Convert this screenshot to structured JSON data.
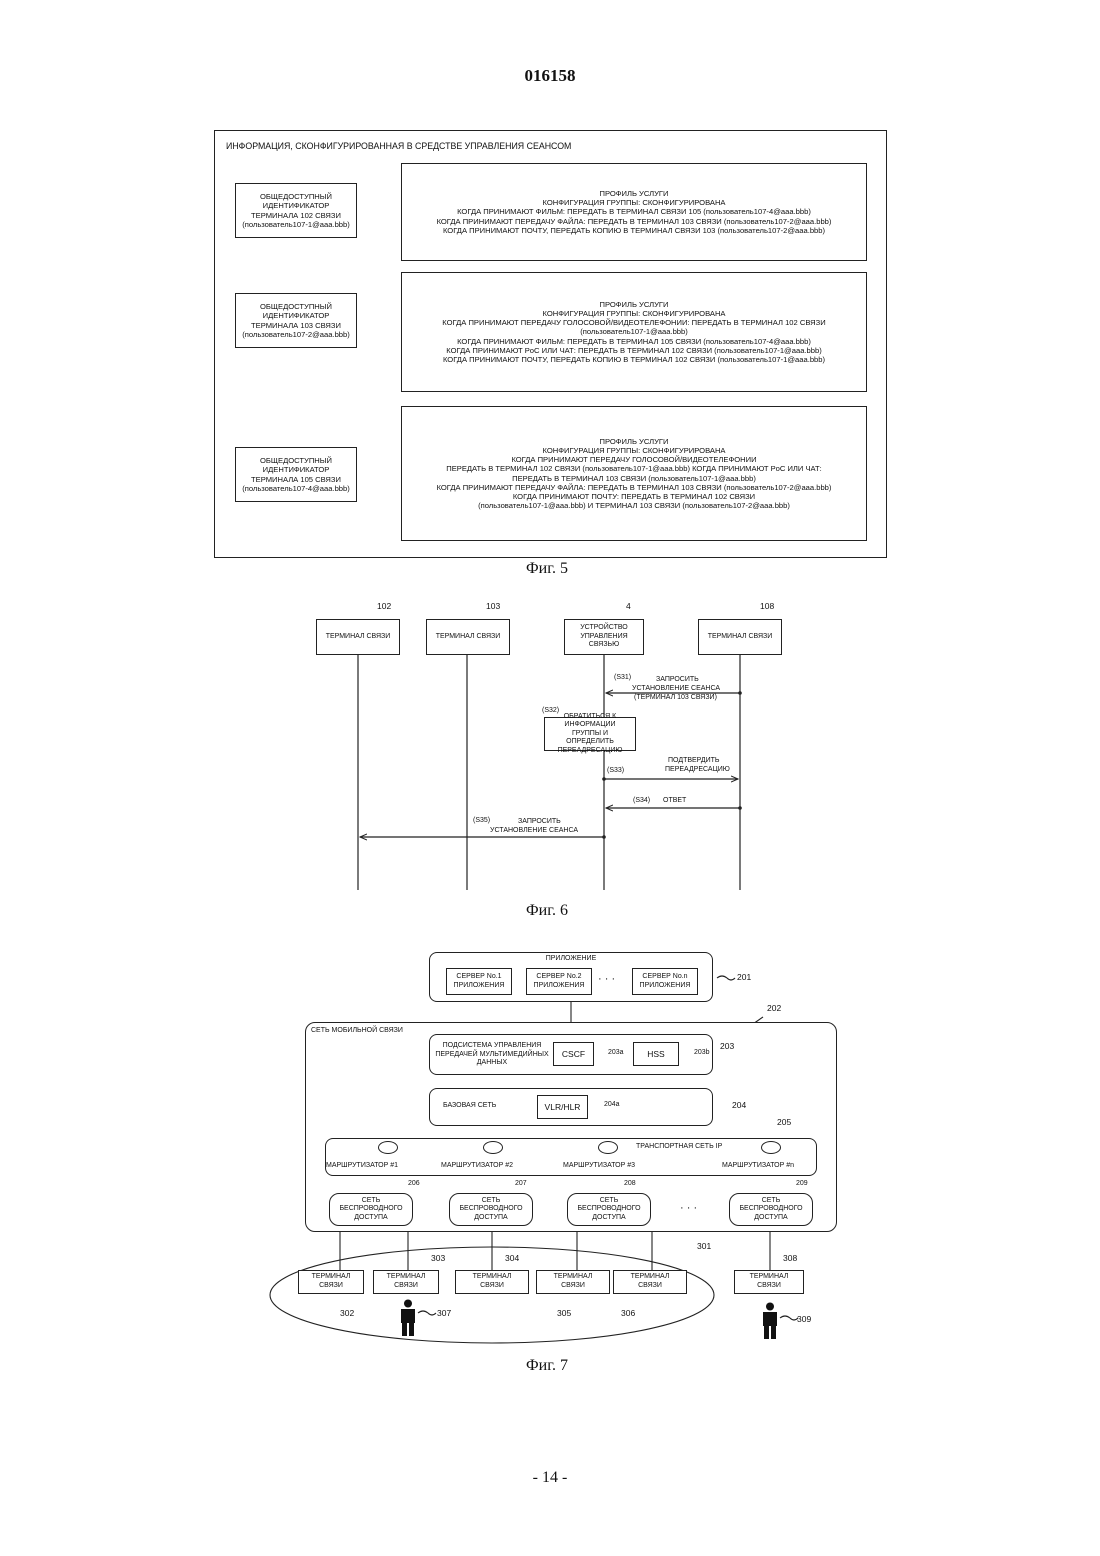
{
  "header": {
    "page_code": "016158"
  },
  "fig5": {
    "title": "ИНФОРМАЦИЯ, СКОНФИГУРИРОВАННАЯ В СРЕДСТВЕ УПРАВЛЕНИЯ СЕАНСОМ",
    "caption": "Фиг. 5",
    "rows": [
      {
        "id_lines": [
          "ОБЩЕДОСТУПНЫЙ",
          "ИДЕНТИФИКАТОР",
          "ТЕРМИНАЛА 102 СВЯЗИ",
          "(пользователь107-1@aaa.bbb)"
        ],
        "profile_lines": [
          "ПРОФИЛЬ УСЛУГИ",
          "КОНФИГУРАЦИЯ ГРУППЫ: СКОНФИГУРИРОВАНА",
          "КОГДА ПРИНИМАЮТ ФИЛЬМ: ПЕРЕДАТЬ В ТЕРМИНАЛ СВЯЗИ 105 (пользователь107-4@aaa.bbb)",
          "КОГДА ПРИНИМАЮТ ПЕРЕДАЧУ ФАЙЛА: ПЕРЕДАТЬ В ТЕРМИНАЛ 103 СВЯЗИ (пользователь107-2@aaa.bbb)",
          "КОГДА ПРИНИМАЮТ ПОЧТУ, ПЕРЕДАТЬ КОПИЮ В ТЕРМИНАЛ СВЯЗИ 103 (пользователь107-2@aaa.bbb)"
        ]
      },
      {
        "id_lines": [
          "ОБЩЕДОСТУПНЫЙ",
          "ИДЕНТИФИКАТОР",
          "ТЕРМИНАЛА 103 СВЯЗИ",
          "(пользователь107-2@aaa.bbb)"
        ],
        "profile_lines": [
          "ПРОФИЛЬ УСЛУГИ",
          "КОНФИГУРАЦИЯ ГРУППЫ: СКОНФИГУРИРОВАНА",
          "КОГДА ПРИНИМАЮТ ПЕРЕДАЧУ ГОЛОСОВОЙ/ВИДЕОТЕЛЕФОНИИ: ПЕРЕДАТЬ В ТЕРМИНАЛ 102 СВЯЗИ",
          "(пользователь107-1@aaa.bbb)",
          "КОГДА ПРИНИМАЮТ ФИЛЬМ: ПЕРЕДАТЬ В ТЕРМИНАЛ 105 СВЯЗИ (пользователь107-4@aaa.bbb)",
          "КОГДА ПРИНИМАЮТ PoC ИЛИ ЧАТ: ПЕРЕДАТЬ В ТЕРМИНАЛ 102 СВЯЗИ (пользователь107-1@aaa.bbb)",
          "КОГДА ПРИНИМАЮТ ПОЧТУ, ПЕРЕДАТЬ КОПИЮ В ТЕРМИНАЛ 102 СВЯЗИ (пользователь107-1@aaa.bbb)"
        ]
      },
      {
        "id_lines": [
          "ОБЩЕДОСТУПНЫЙ",
          "ИДЕНТИФИКАТОР",
          "ТЕРМИНАЛА 105 СВЯЗИ",
          "(пользователь107-4@aaa.bbb)"
        ],
        "profile_lines": [
          "ПРОФИЛЬ УСЛУГИ",
          "КОНФИГУРАЦИЯ ГРУППЫ: СКОНФИГУРИРОВАНА",
          "КОГДА ПРИНИМАЮТ ПЕРЕДАЧУ ГОЛОСОВОЙ/ВИДЕОТЕЛЕФОНИИ",
          "ПЕРЕДАТЬ В ТЕРМИНАЛ 102 СВЯЗИ (пользователь107-1@aaa.bbb) КОГДА ПРИНИМАЮТ PoC ИЛИ ЧАТ:",
          "ПЕРЕДАТЬ В ТЕРМИНАЛ 103 СВЯЗИ (пользователь107-1@aaa.bbb)",
          "КОГДА ПРИНИМАЮТ ПЕРЕДАЧУ ФАЙЛА: ПЕРЕДАТЬ В ТЕРМИНАЛ 103 СВЯЗИ (пользователь107-2@aaa.bbb)",
          "КОГДА ПРИНИМАЮТ ПОЧТУ: ПЕРЕДАТЬ В ТЕРМИНАЛ 102 СВЯЗИ",
          "(пользователь107-1@aaa.bbb) И ТЕРМИНАЛ 103 СВЯЗИ (пользователь107-2@aaa.bbb)"
        ]
      }
    ]
  },
  "fig6": {
    "caption": "Фиг. 6",
    "entities": [
      {
        "ref": "102",
        "label": "ТЕРМИНАЛ СВЯЗИ"
      },
      {
        "ref": "103",
        "label": "ТЕРМИНАЛ СВЯЗИ"
      },
      {
        "ref": "4",
        "label": "УСТРОЙСТВО УПРАВЛЕНИЯ СВЯЗЬЮ"
      },
      {
        "ref": "108",
        "label": "ТЕРМИНАЛ СВЯЗИ"
      }
    ],
    "steps": {
      "s31_code": "(S31)",
      "s31_text_1": "ЗАПРОСИТЬ",
      "s31_text_2": "УСТАНОВЛЕНИЕ СЕАНСА",
      "s31_text_3": "(ТЕРМИНАЛ 103 СВЯЗИ)",
      "s32_code": "(S32)",
      "s32_text": "ОБРАТИТЬСЯ К ИНФОРМАЦИИ ГРУППЫ И ОПРЕДЕЛИТЬ ПЕРЕАДРЕСАЦИЮ",
      "s33_code": "(S33)",
      "s33_text_1": "ПОДТВЕРДИТЬ",
      "s33_text_2": "ПЕРЕАДРЕСАЦИЮ",
      "s34_code": "(S34)",
      "s34_text": "ОТВЕТ",
      "s35_code": "(S35)",
      "s35_text_1": "ЗАПРОСИТЬ",
      "s35_text_2": "УСТАНОВЛЕНИЕ СЕАНСА"
    }
  },
  "fig7": {
    "caption": "Фиг. 7",
    "application": {
      "title": "ПРИЛОЖЕНИЕ",
      "ref": "201",
      "servers": [
        "СЕРВЕР No.1 ПРИЛОЖЕНИЯ",
        "СЕРВЕР No.2 ПРИЛОЖЕНИЯ",
        "СЕРВЕР No.n ПРИЛОЖЕНИЯ"
      ],
      "ellipsis": "· · ·"
    },
    "mobile_net": {
      "title": "СЕТЬ МОБИЛЬНОЙ СВЯЗИ",
      "ref": "202"
    },
    "ims": {
      "title": "ПОДСИСТЕМА УПРАВЛЕНИЯ ПЕРЕДАЧЕЙ МУЛЬТИМЕДИЙНЫХ ДАННЫХ",
      "ref": "203",
      "cscf": "CSCF",
      "cscf_ref": "203a",
      "hss": "HSS",
      "hss_ref": "203b"
    },
    "core": {
      "title": "БАЗОВАЯ СЕТЬ",
      "ref": "204",
      "vlr": "VLR/HLR",
      "vlr_ref": "204a"
    },
    "ip": {
      "title": "ТРАНСПОРТНАЯ СЕТЬ IP",
      "ref": "205",
      "routers": [
        "МАРШРУТИЗАТОР #1",
        "МАРШРУТИЗАТОР #2",
        "МАРШРУТИЗАТОР #3",
        "МАРШРУТИЗАТОР #n"
      ]
    },
    "access": [
      {
        "label": "СЕТЬ БЕСПРОВОДНОГО ДОСТУПА",
        "ref": "206"
      },
      {
        "label": "СЕТЬ БЕСПРОВОДНОГО ДОСТУПА",
        "ref": "207"
      },
      {
        "label": "СЕТЬ БЕСПРОВОДНОГО ДОСТУПА",
        "ref": "208"
      },
      {
        "label": "СЕТЬ БЕСПРОВОДНОГО ДОСТУПА",
        "ref": "209"
      }
    ],
    "access_ellipsis": "· · ·",
    "group_ref": "301",
    "terminals": [
      {
        "label": "ТЕРМИНАЛ СВЯЗИ",
        "ref": "302"
      },
      {
        "label": "ТЕРМИНАЛ СВЯЗИ",
        "ref": "303"
      },
      {
        "label": "ТЕРМИНАЛ СВЯЗИ",
        "ref": "304"
      },
      {
        "label": "ТЕРМИНАЛ СВЯЗИ",
        "ref": "305"
      },
      {
        "label": "ТЕРМИНАЛ СВЯЗИ",
        "ref": "306"
      },
      {
        "label": "ТЕРМИНАЛ СВЯЗИ",
        "ref": "308"
      }
    ],
    "users": [
      {
        "ref": "307"
      },
      {
        "ref": "309"
      }
    ]
  },
  "footer": {
    "page_number": "- 14 -"
  }
}
